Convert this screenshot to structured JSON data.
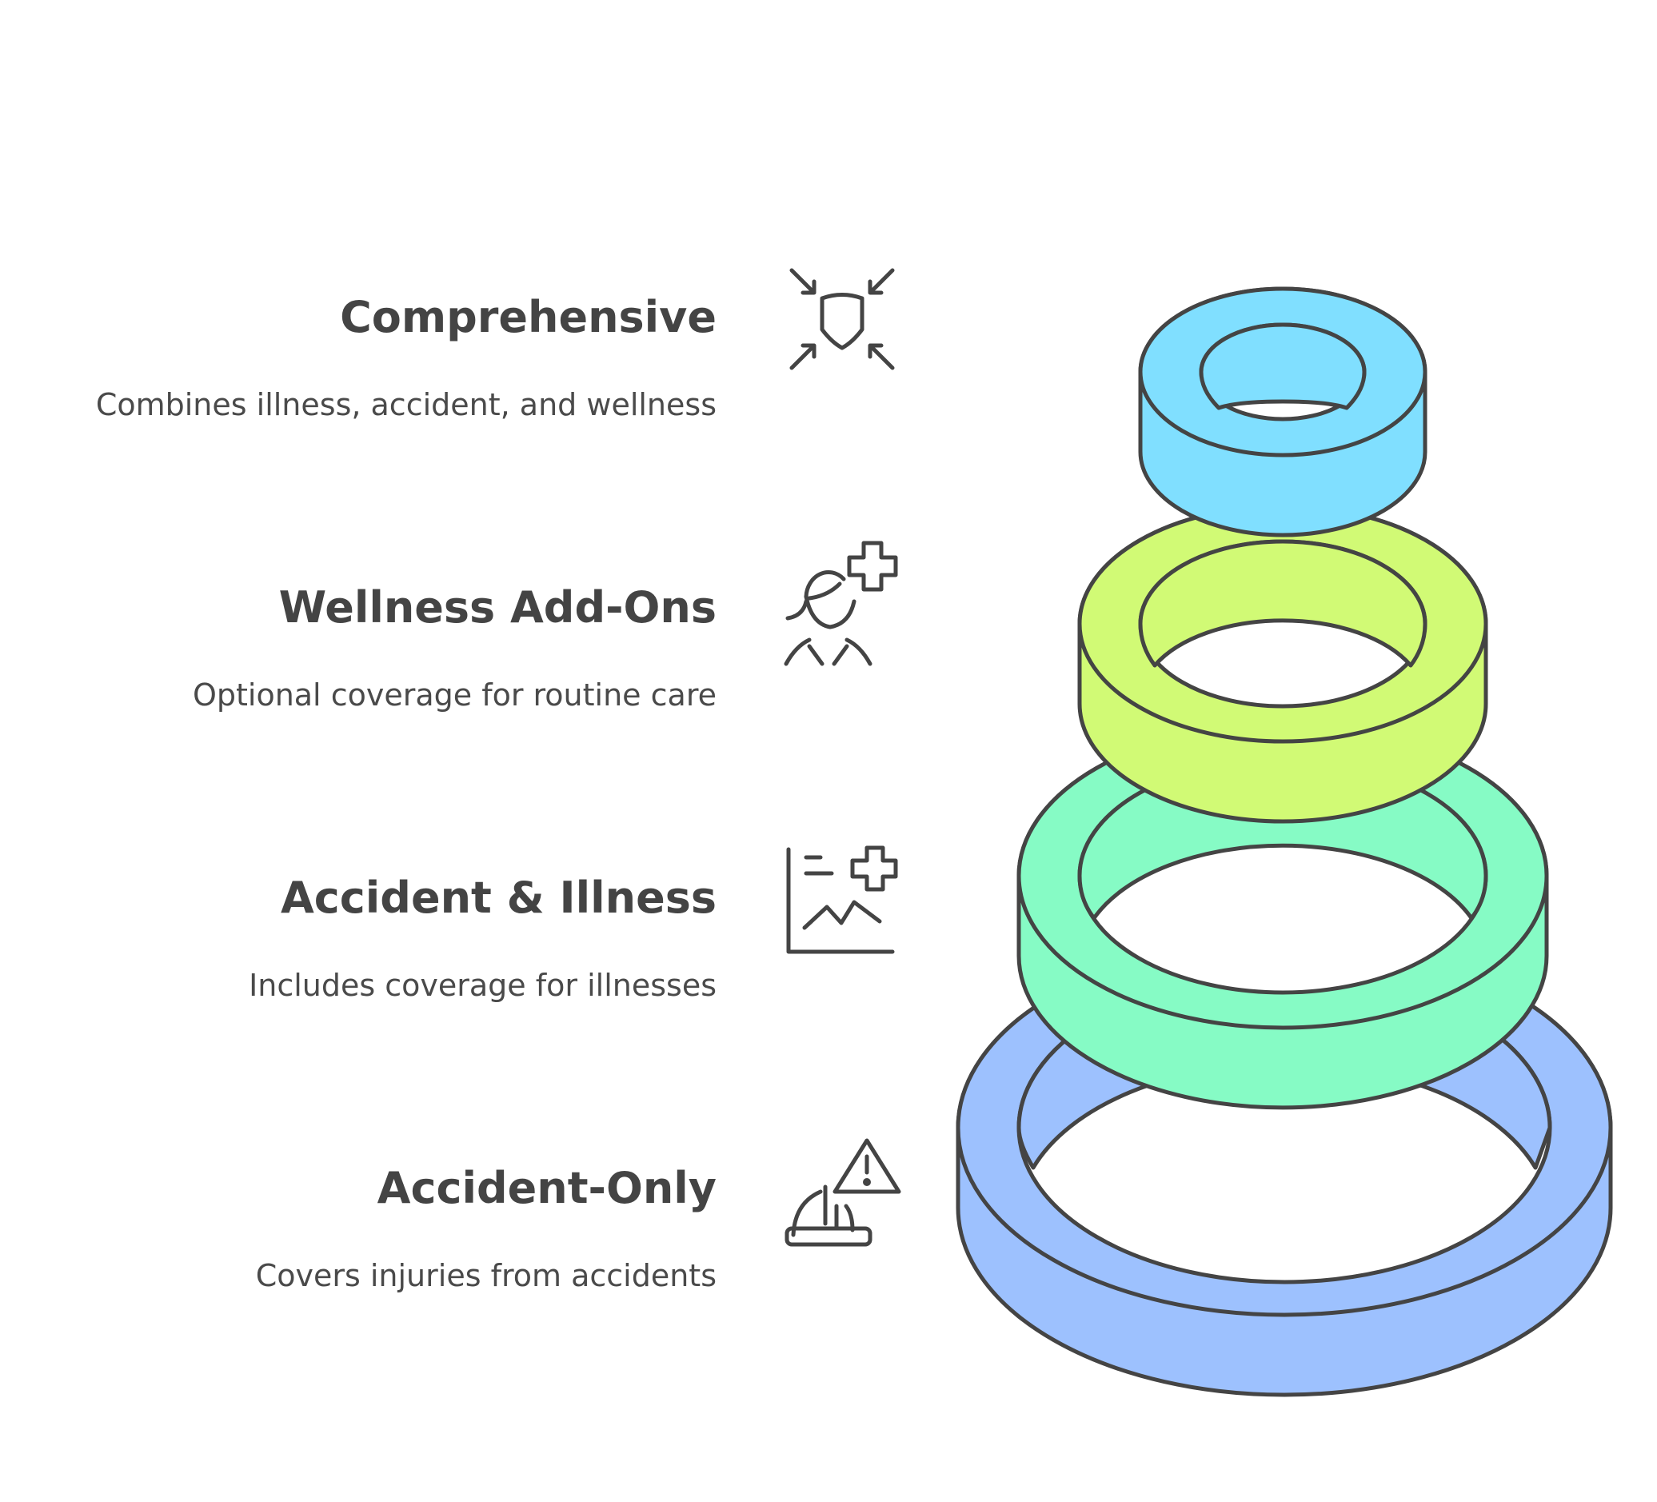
{
  "levels": [
    {
      "title": "Comprehensive",
      "description": "Combines illness, accident, and wellness",
      "icon": "shield-arrows-icon",
      "color": "#80dfff"
    },
    {
      "title": "Wellness Add-Ons",
      "description": "Optional coverage for routine care",
      "icon": "person-plus-icon",
      "color": "#d1fa75"
    },
    {
      "title": "Accident & Illness",
      "description": "Includes coverage for illnesses",
      "icon": "chart-plus-icon",
      "color": "#86fbc5"
    },
    {
      "title": "Accident-Only",
      "description": "Covers injuries from accidents",
      "icon": "hardhat-warning-icon",
      "color": "#9dc1fe"
    }
  ],
  "stroke_color": "#444444"
}
